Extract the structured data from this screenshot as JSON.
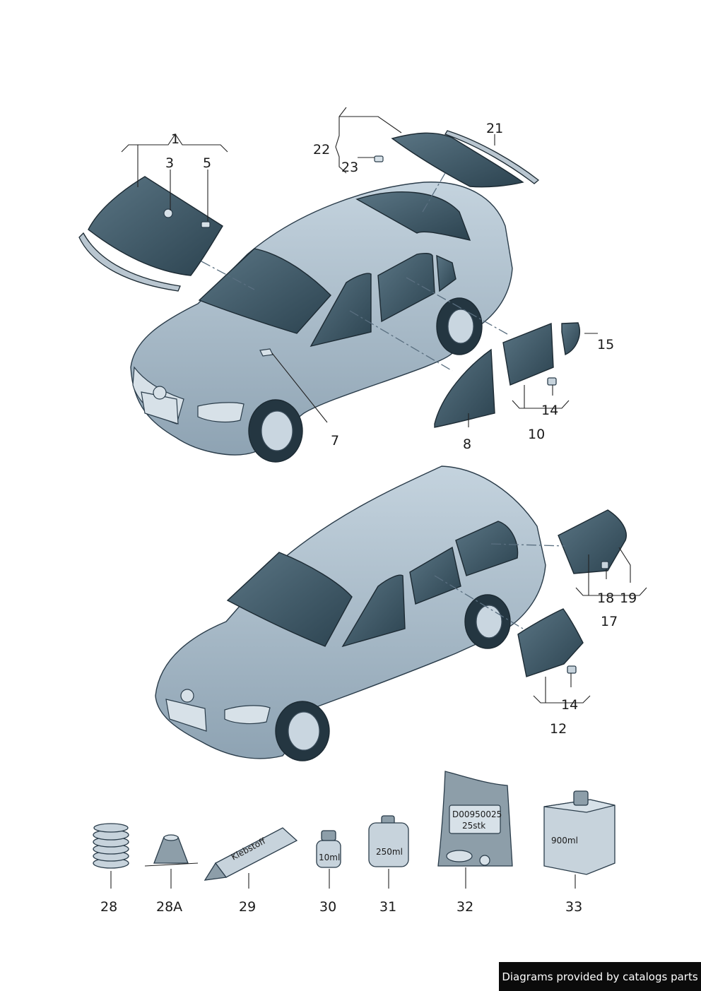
{
  "callouts": {
    "c1": "1",
    "c3": "3",
    "c5": "5",
    "c7": "7",
    "c8": "8",
    "c10": "10",
    "c12": "12",
    "c14a": "14",
    "c14b": "14",
    "c15": "15",
    "c17": "17",
    "c18": "18",
    "c19": "19",
    "c21": "21",
    "c22": "22",
    "c23": "23",
    "c28": "28",
    "c28a": "28A",
    "c29": "29",
    "c30": "30",
    "c31": "31",
    "c32": "32",
    "c33": "33"
  },
  "labels": {
    "tube": "Klebstoff",
    "bottle30": "10ml",
    "can31": "250ml",
    "bag32_line1": "D00950025",
    "bag32_line2": "25stk",
    "box33": "900ml"
  },
  "credit": "Diagrams provided by catalogs parts",
  "colors": {
    "body": "#a9bccb",
    "glass": "#3f5866",
    "outline": "#1c2a33",
    "credit_bg": "#0b0b0b"
  }
}
